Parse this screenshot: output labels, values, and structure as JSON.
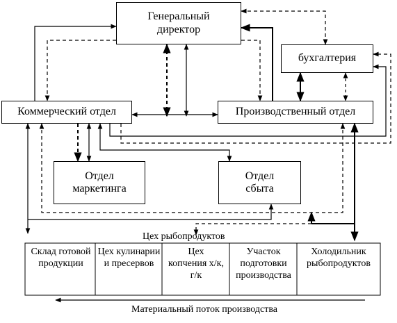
{
  "boxes": {
    "director": "Генеральный директор",
    "accounting": "бухгалтерия",
    "commercial": "Коммерческий отдел",
    "production": "Производственный отдел",
    "marketing": "Отдел маркетинга",
    "sales": "Отдел сбыта"
  },
  "workshop_title": "Цех рыбопродуктов",
  "workshop_cells": [
    "Склад готовой продукции",
    "Цех кулинарии и пресервов",
    "Цех копчения х/к, г/к",
    "Участок подготовки производства",
    "Холодильник рыбопродуктов"
  ],
  "flow_label": "Материальный поток производства"
}
